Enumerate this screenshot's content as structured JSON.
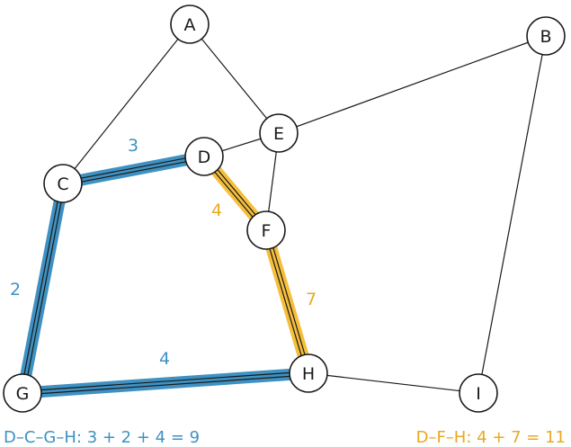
{
  "colors": {
    "path_blue": "#3f91c2",
    "path_orange": "#f5be3c",
    "line": "#1a1a1a"
  },
  "nodes": [
    {
      "id": "A",
      "label": "A"
    },
    {
      "id": "B",
      "label": "B"
    },
    {
      "id": "C",
      "label": "C"
    },
    {
      "id": "D",
      "label": "D"
    },
    {
      "id": "E",
      "label": "E"
    },
    {
      "id": "F",
      "label": "F"
    },
    {
      "id": "G",
      "label": "G"
    },
    {
      "id": "H",
      "label": "H"
    },
    {
      "id": "I",
      "label": "I"
    }
  ],
  "edges": [
    {
      "from": "A",
      "to": "C"
    },
    {
      "from": "A",
      "to": "E"
    },
    {
      "from": "B",
      "to": "E"
    },
    {
      "from": "B",
      "to": "I"
    },
    {
      "from": "C",
      "to": "D",
      "weight": "3",
      "highlight": "blue"
    },
    {
      "from": "C",
      "to": "G",
      "weight": "2",
      "highlight": "blue"
    },
    {
      "from": "G",
      "to": "H",
      "weight": "4",
      "highlight": "blue"
    },
    {
      "from": "D",
      "to": "F",
      "weight": "4",
      "highlight": "orange"
    },
    {
      "from": "F",
      "to": "H",
      "weight": "7",
      "highlight": "orange"
    },
    {
      "from": "D",
      "to": "E"
    },
    {
      "from": "E",
      "to": "F"
    },
    {
      "from": "H",
      "to": "I"
    }
  ],
  "captions": {
    "left": "D–C–G–H:  3 + 2 + 4 = 9",
    "right": "D–F–H:  4 + 7 = 11"
  }
}
